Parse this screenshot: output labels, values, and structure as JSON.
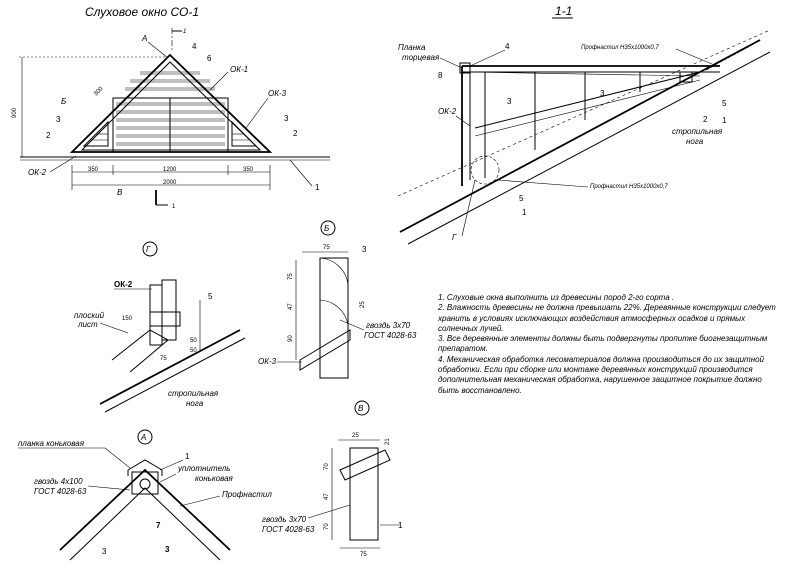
{
  "title": "Слуховое окно СО-1",
  "section_title": "1-1",
  "labels": {
    "A": "А",
    "B": "Б",
    "V": "В",
    "G": "Г",
    "one": "1",
    "two": "2",
    "three": "3",
    "four": "4",
    "five": "5",
    "six": "6",
    "seven": "7",
    "eight": "8",
    "ok1": "ОК-1",
    "ok2": "ОК-2",
    "ok3": "ОК-3",
    "planka_torc_1": "Планка",
    "planka_torc_2": "торцевая",
    "profnastil": "Профнастил Н35х1000х0,7",
    "stropilnaya": "стропильная",
    "noga": "нога",
    "ploskiy": "плоский",
    "list": "лист",
    "planka_kon": "планка коньковая",
    "uplotnitel_1": "уплотнитель",
    "uplotnitel_2": "коньковая",
    "profnastil_short": "Профнастил",
    "gvozd_4x100": "гвоздь 4х100",
    "gost": "ГОСТ 4028-63",
    "gvozd_3x70": "гвоздь 3х70"
  },
  "dims": {
    "d900": "900",
    "d350": "350",
    "d1200": "1200",
    "d2000": "2000",
    "d300": "300",
    "d75": "75",
    "d150": "150",
    "d50": "50",
    "d25": "25",
    "d47": "47",
    "d90": "90",
    "d70": "70",
    "d21": "21"
  },
  "notes": [
    "1. Слуховые окна выполнить из древесины пород 2-го сорта .",
    "2. Влажность  древесины не должна превышать 22%.  Деревянные конструкции следует хранить в условиях исключающих воздействия атмосферных осадков и прямых солнечных лучей.",
    "3. Все деревянные элементы должны быть подвергнуты  пропитке биогнезащитным препаратом.",
    "4. Механическая обработка лесоматериалов должна производиться до их защитной обработки. Если при сборке или монтаже деревянных конструкций производится дополнительная механическая обработка, нарушенное защитное покрытие должно быть восстановлено."
  ]
}
